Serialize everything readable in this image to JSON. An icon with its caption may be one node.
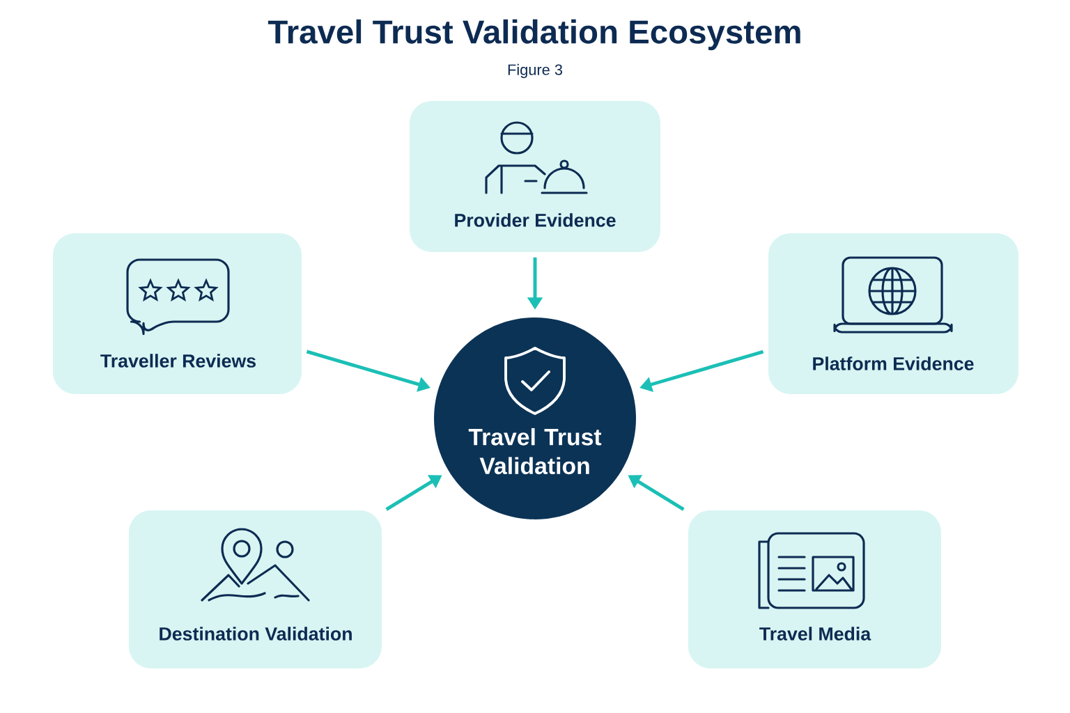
{
  "diagram": {
    "title": "Travel Trust Validation Ecosystem",
    "caption": "Figure 3",
    "nodes": [
      {
        "text": [
          "Provider Evidence"
        ]
      },
      {
        "text": [
          "Traveller Reviews"
        ]
      },
      {
        "text": [
          "Platform Evidence"
        ]
      },
      {
        "text": [
          "Travel Trust Validation"
        ]
      },
      {
        "text": [
          "Destination Validation"
        ]
      },
      {
        "text": [
          "Travel Media"
        ]
      }
    ],
    "edges": [
      {
        "from": 0,
        "to": 3,
        "arrow": "to"
      },
      {
        "from": 1,
        "to": 3,
        "arrow": "to"
      },
      {
        "from": 2,
        "to": 3,
        "arrow": "to"
      },
      {
        "from": 4,
        "to": 3,
        "arrow": "to"
      },
      {
        "from": 5,
        "to": 3,
        "arrow": "to"
      }
    ]
  }
}
